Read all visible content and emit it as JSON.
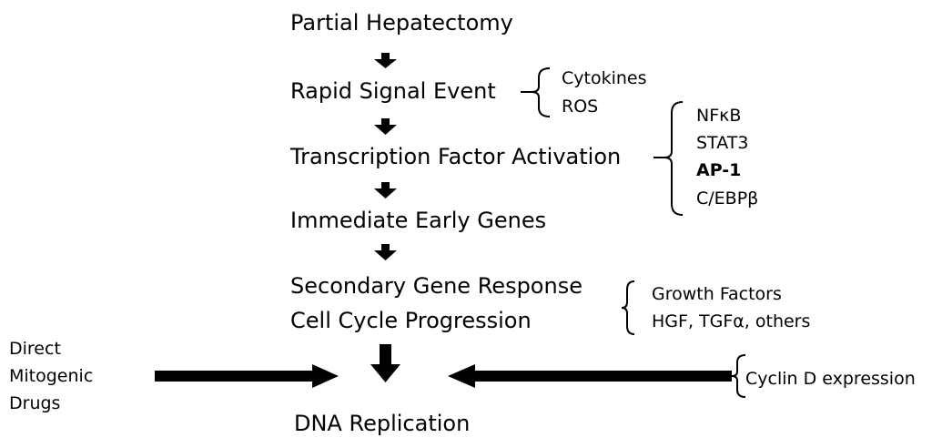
{
  "main_steps": {
    "partial_hepatectomy": "Partial Hepatectomy",
    "rapid_signal_event": "Rapid Signal Event",
    "transcription_factor_activation": "Transcription Factor Activation",
    "immediate_early_genes": "Immediate Early Genes",
    "secondary_gene_response": "Secondary Gene Response",
    "cell_cycle_progression": "Cell Cycle Progression",
    "dna_replication": "DNA Replication"
  },
  "signal_annotations": {
    "cytokines": "Cytokines",
    "ros": "ROS"
  },
  "transcription_factors": {
    "nfkb": "NFκB",
    "stat3": "STAT3",
    "ap1": "AP-1",
    "cebpb": "C/EBPβ"
  },
  "growth_factor_annotations": {
    "growth_factors": "Growth Factors",
    "examples": "HGF, TGFα, others"
  },
  "left_input": {
    "line1": "Direct",
    "line2": "Mitogenic",
    "line3": "Drugs"
  },
  "right_input": {
    "cyclin_d": "Cyclin D expression"
  },
  "colors": {
    "text": "#000000",
    "arrows": "#000000"
  }
}
